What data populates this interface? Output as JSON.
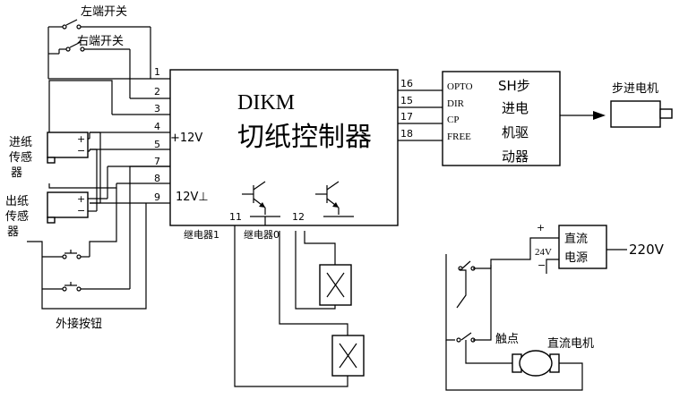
{
  "controller": {
    "model": "DIKM",
    "name": "切纸控制器",
    "plus12v": "+12V",
    "gnd12v": "12V⊥",
    "pins": [
      "1",
      "2",
      "3",
      "4",
      "5",
      "7",
      "8",
      "9",
      "11",
      "12",
      "16",
      "15",
      "17",
      "18"
    ]
  },
  "switches": {
    "left": "左端开关",
    "right": "右端开关"
  },
  "sensors": {
    "in_lines": [
      "进纸",
      "传感",
      "器"
    ],
    "out_lines": [
      "出纸",
      "传感",
      "器"
    ],
    "plus": "+",
    "minus": "−"
  },
  "external_button": "外接按钮",
  "relays": {
    "relay1": "继电器1",
    "relay0": "继电器0"
  },
  "driver": {
    "ports": [
      "OPTO",
      "DIR",
      "CP",
      "FREE"
    ],
    "name_lines": [
      "SH步",
      "进电",
      "机驱",
      "动器"
    ]
  },
  "stepper_motor": "步进电机",
  "dc_supply": {
    "name_lines": [
      "直流",
      "电源"
    ],
    "input": "220V",
    "output": "24V",
    "plus": "+",
    "minus": "−"
  },
  "contact": "触点",
  "dc_motor": "直流电机"
}
